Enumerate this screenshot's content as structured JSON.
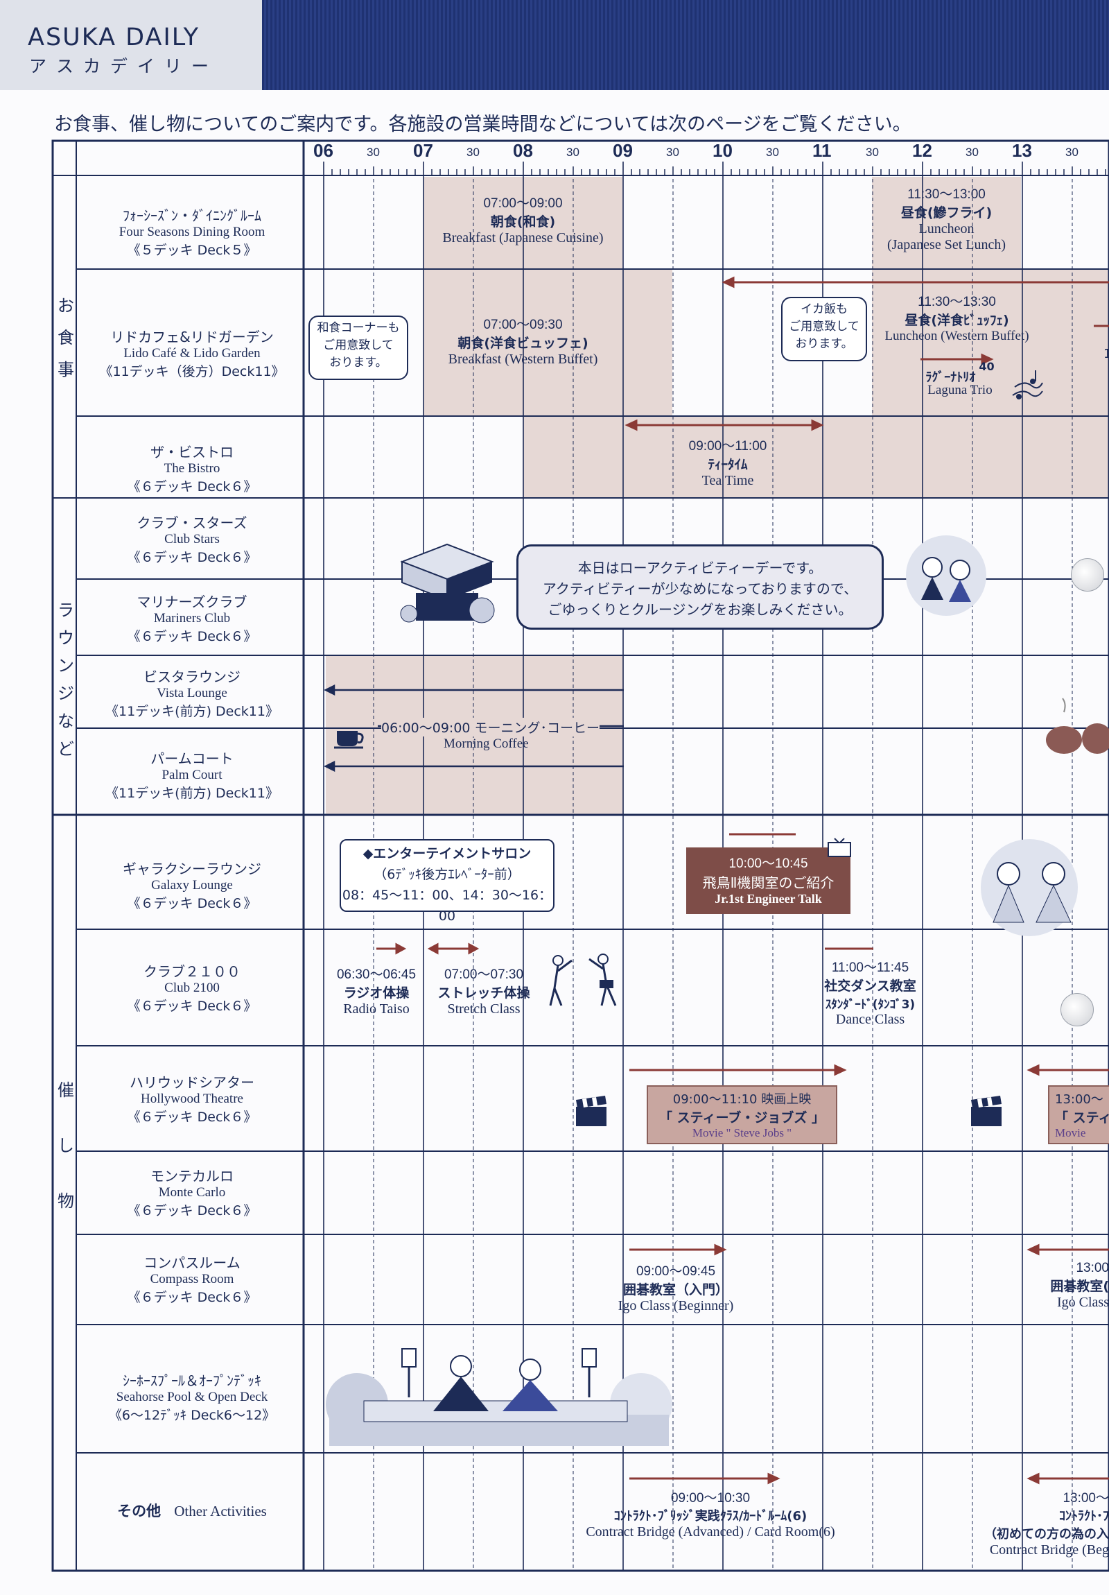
{
  "header": {
    "brand": "ASUKA DAILY",
    "brand_kana": "アスカデイリー"
  },
  "intro": "お食事、催し物についてのご案内です。各施設の営業時間などについては次のページをご覧ください。",
  "timeline": {
    "hours": [
      "06",
      "07",
      "08",
      "09",
      "10",
      "11",
      "12",
      "13"
    ],
    "half": "30"
  },
  "categories": {
    "dining": [
      "お",
      "食",
      "事"
    ],
    "lounges": [
      "ラ",
      "ウ",
      "ン",
      "ジ",
      "な",
      "ど"
    ],
    "events": [
      "催",
      "し",
      "物"
    ]
  },
  "venues": {
    "four_seasons": {
      "ja": "ﾌｫｰｼｰｽﾞﾝ・ﾀﾞｲﾆﾝｸﾞﾙｰﾑ",
      "en": "Four Seasons Dining Room",
      "deck": "《５デッキ Deck５》"
    },
    "lido": {
      "ja": "リドカフェ&リドガーデン",
      "en": "Lido Café & Lido Garden",
      "deck": "《11デッキ（後方）Deck11》"
    },
    "bistro": {
      "ja": "ザ・ビストロ",
      "en": "The Bistro",
      "deck": "《６デッキ Deck６》"
    },
    "club_stars": {
      "ja": "クラブ・スターズ",
      "en": "Club Stars",
      "deck": "《６デッキ Deck６》"
    },
    "mariners": {
      "ja": "マリナーズクラブ",
      "en": "Mariners Club",
      "deck": "《６デッキ Deck６》"
    },
    "vista": {
      "ja": "ビスタラウンジ",
      "en": "Vista Lounge",
      "deck": "《11デッキ(前方) Deck11》"
    },
    "palm": {
      "ja": "パームコート",
      "en": "Palm Court",
      "deck": "《11デッキ(前方) Deck11》"
    },
    "galaxy": {
      "ja": "ギャラクシーラウンジ",
      "en": "Galaxy Lounge",
      "deck": "《６デッキ Deck６》"
    },
    "club2100": {
      "ja": "クラブ２１００",
      "en": "Club 2100",
      "deck": "《６デッキ Deck６》"
    },
    "hollywood": {
      "ja": "ハリウッドシアター",
      "en": "Hollywood Theatre",
      "deck": "《６デッキ Deck６》"
    },
    "monte": {
      "ja": "モンテカルロ",
      "en": "Monte Carlo",
      "deck": "《６デッキ Deck６》"
    },
    "compass": {
      "ja": "コンパスルーム",
      "en": "Compass Room",
      "deck": "《６デッキ Deck６》"
    },
    "seahorse": {
      "ja": "ｼｰﾎｰｽﾌﾟｰﾙ＆ｵｰﾌﾟﾝﾃﾞｯｷ",
      "en": "Seahorse Pool & Open Deck",
      "deck": "《6～12ﾃﾞｯｷ Deck6～12》"
    },
    "other": {
      "ja": "その他",
      "en": "Other Activities"
    }
  },
  "events": {
    "fs_breakfast": {
      "time": "07:00～09:00",
      "ja": "朝食(和食)",
      "en": "Breakfast (Japanese Cuisine)"
    },
    "fs_lunch": {
      "time": "11:30～13:00",
      "ja": "昼食(鰺フライ)",
      "en": "Luncheon",
      "en2": "(Japanese Set Lunch)"
    },
    "lido_breakfast": {
      "time": "07:00～09:30",
      "ja": "朝食(洋食ビュッフェ)",
      "en": "Breakfast (Western Buffet)"
    },
    "lido_lunch": {
      "time": "11:30～13:30",
      "ja": "昼食(洋食ﾋﾞｭｯﾌｪ)",
      "en": "Luncheon (Western Buffet)"
    },
    "lido_bubble1": [
      "和食コーナーも",
      "ご用意致して",
      "おります。"
    ],
    "lido_bubble2": [
      "イカ飯も",
      "ご用意致して",
      "おります。"
    ],
    "laguna": {
      "ja": "ﾗｸﾞｰﾅﾄﾘｵ",
      "num": "40",
      "en": "Laguna Trio"
    },
    "lido_cut": "1",
    "bistro_tea": {
      "time": "09:00～11:00",
      "ja": "ﾃｨｰﾀｲﾑ",
      "en": "Tea Time"
    },
    "notice": [
      "本日はローアクティビティーデーです。",
      "アクティビティーが少なめになっておりますので、",
      "ごゆっくりとクルージングをお楽しみください。"
    ],
    "coffee": {
      "label": "06:00～09:00 モーニング･コーヒー",
      "en": "Morning  Coffee"
    },
    "ent_salon": {
      "title": "◆エンターテイメントサロン",
      "sub": "（6ﾃﾞｯｷ後方ｴﾚﾍﾞｰﾀｰ前）",
      "time": "08：45～11：00、14：30～16：00"
    },
    "engineer": {
      "time": "10:00～10:45",
      "ja": "飛鳥Ⅱ機関室のご紹介",
      "en": "Jr.1st Engineer Talk"
    },
    "radio": {
      "time": "06:30～06:45",
      "ja": "ラジオ体操",
      "en": "Radio Taiso"
    },
    "stretch": {
      "time": "07:00～07:30",
      "ja": "ストレッチ体操",
      "en": "Stretch Class"
    },
    "dance": {
      "time": "11:00～11:45",
      "ja": "社交ダンス教室",
      "ja2": "ｽﾀﾝﾀﾞｰﾄﾞ(ﾀﾝｺﾞ3)",
      "en": "Dance Class"
    },
    "movie": {
      "time": "09:00～11:10  映画上映",
      "ja": "「 スティーブ・ジョブズ 」",
      "en": "Movie \" Steve Jobs \""
    },
    "movie2": {
      "time": "13:00～",
      "ja": "「 スティ",
      "en": "Movie"
    },
    "igo": {
      "time": "09:00～09:45",
      "ja": "囲碁教室（入門）",
      "en": "Igo Class (Beginner)"
    },
    "igo2": {
      "time": "13:00",
      "ja": "囲碁教室(",
      "en": "Igo Class"
    },
    "bridge": {
      "time": "09:00～10:30",
      "ja": "ｺﾝﾄﾗｸﾄ･ﾌﾞﾘｯｼﾞ実践ｸﾗｽ/ｶｰﾄﾞﾙｰﾑ(6)",
      "en": "Contract Bridge (Advanced) / Card Room(6)"
    },
    "bridge2": {
      "time": "13:00～",
      "ja": "ｺﾝﾄﾗｸﾄ･ﾌ",
      "ja2": "（初めての方の為の入",
      "en": "Contract Bridge (Beg"
    }
  },
  "colors": {
    "navy": "#1d2b56",
    "dining_fill": "#e6d8d5",
    "dark_box": "#7e4d48",
    "movie_box": "#c8a6a0",
    "arrow": "#8b3a36"
  }
}
